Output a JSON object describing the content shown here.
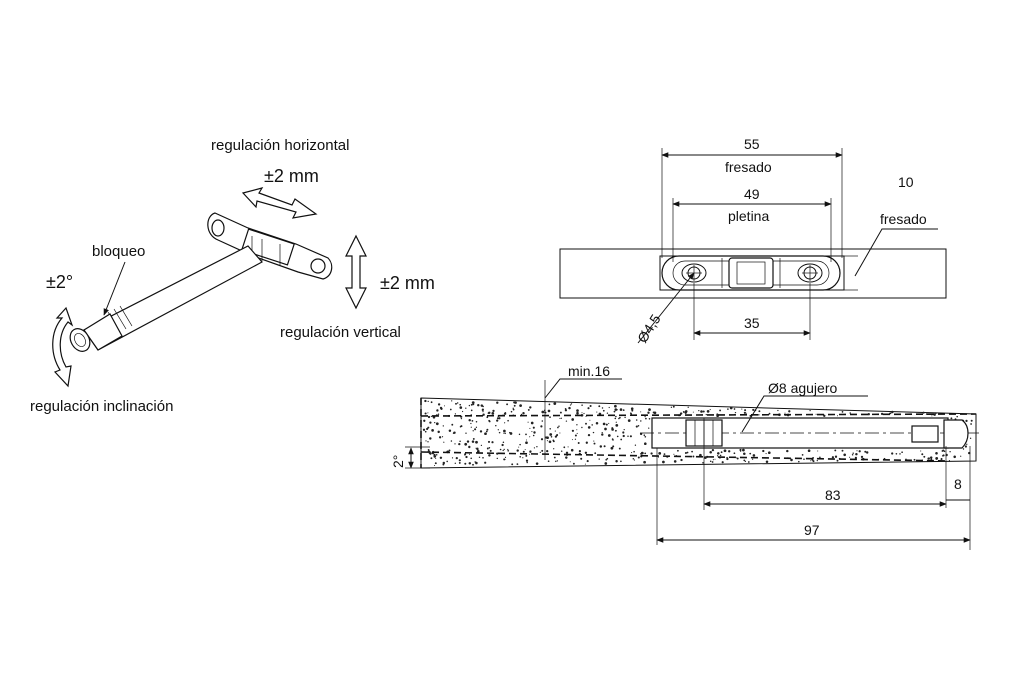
{
  "left_view": {
    "reg_horizontal_label": "regulación horizontal",
    "reg_horizontal_value": "±2 mm",
    "bloqueo_label": "bloqueo",
    "reg_vertical_label": "regulación vertical",
    "reg_vertical_value": "±2 mm",
    "inclination_value": "±2°",
    "reg_inclination_label": "regulación inclinación"
  },
  "top_view": {
    "dim_55": "55",
    "fresado_top": "fresado",
    "dim_49": "49",
    "pletina": "pletina",
    "dim_10": "10",
    "fresado_right": "fresado",
    "hole_diameter": "Ø4,5",
    "dim_35": "35"
  },
  "section_view": {
    "min_thickness": "min.16",
    "hole_label": "Ø8 agujero",
    "angle": "2°",
    "dim_83": "83",
    "dim_8": "8",
    "dim_97": "97"
  }
}
